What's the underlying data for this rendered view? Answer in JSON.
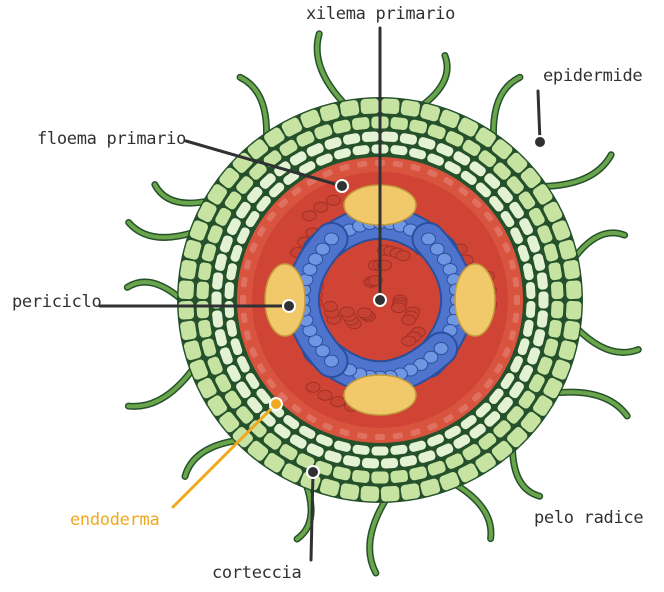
{
  "labels": {
    "xilema": "xilema primario",
    "floema": "floema primario",
    "epidermide": "epidermide",
    "periciclo": "periciclo",
    "endoderma": "endoderma",
    "corteccia": "corteccia",
    "pelo": "pelo radice"
  },
  "colors": {
    "epidermis_fill": "#c6e3a1",
    "cell_border": "#24512b",
    "cortex_fill": "#e3f2d3",
    "endodermis_fill": "#d9543f",
    "pericycle_red": "#d04436",
    "phloem_blue": "#4f74cd",
    "phloem_cell": "#6f96e3",
    "xylem_yellow": "#f1c96a",
    "hair_green": "#6aa54c",
    "label_text": "#2f3133",
    "accent": "#f0a81e"
  },
  "icons": {
    "root_cross_section": "root-cross-section-illustration"
  }
}
